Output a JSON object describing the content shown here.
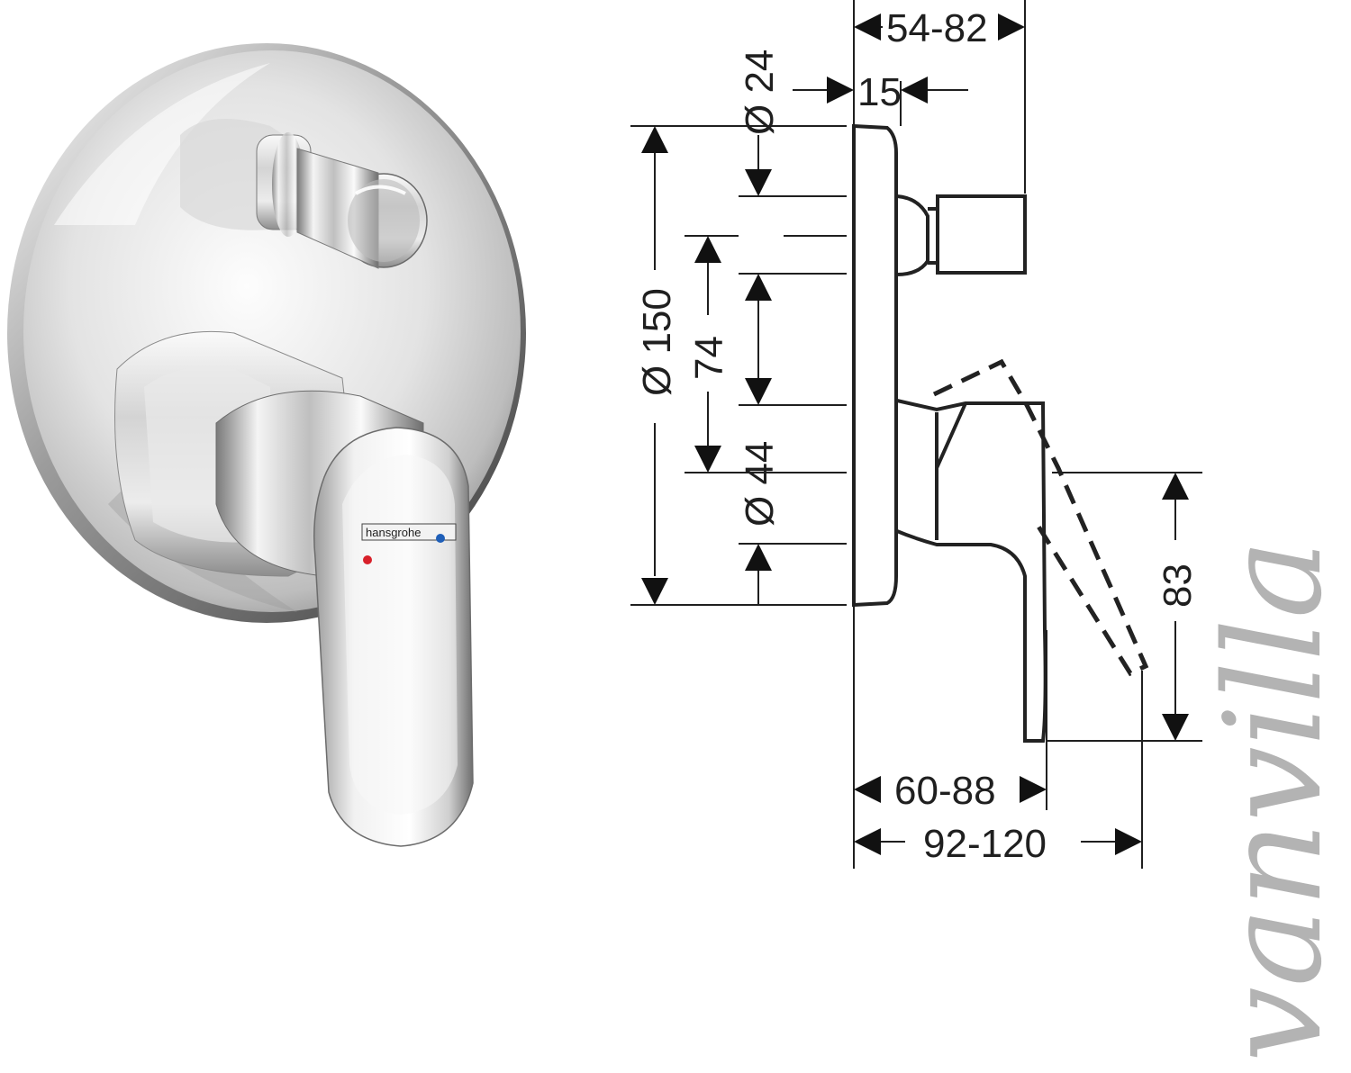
{
  "product_photo": {
    "brand_label": "hansgrohe",
    "hot_dot_color": "#d8202a",
    "cold_dot_color": "#1f5fb8"
  },
  "drawing": {
    "dims": {
      "d54_82": "54-82",
      "d15": "15",
      "d24": "Ø 24",
      "d150": "Ø 150",
      "d74": "74",
      "d44": "Ø 44",
      "d83": "83",
      "d60_88": "60-88",
      "d92_120": "92-120"
    }
  },
  "watermark": "vanvilla"
}
